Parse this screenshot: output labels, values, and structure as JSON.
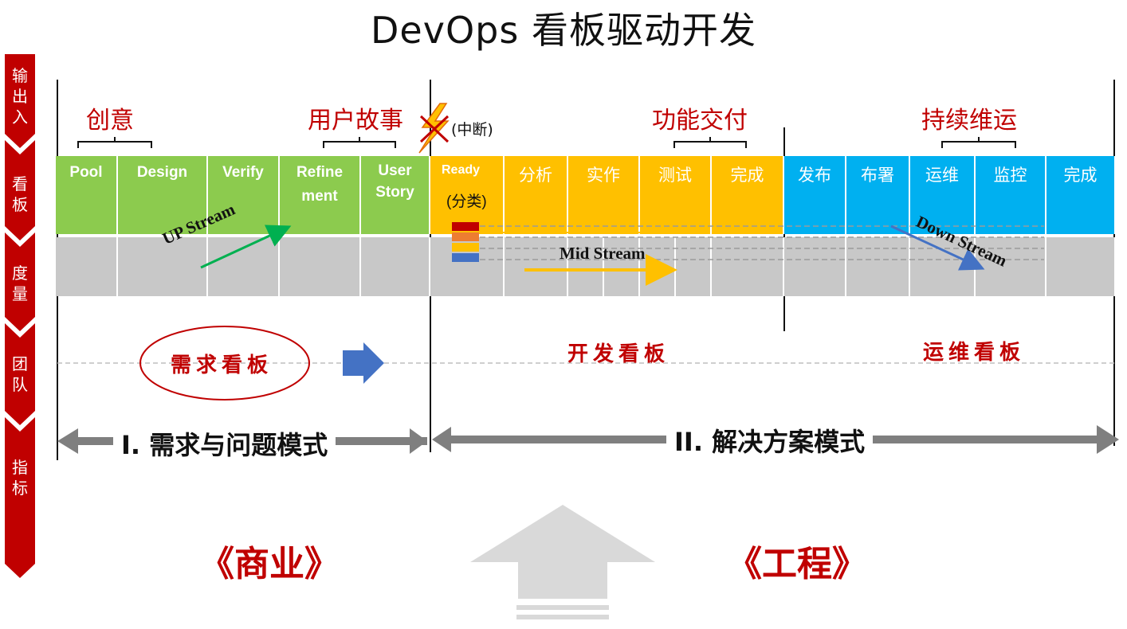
{
  "title": "DevOps 看板驱动开发",
  "sidebar": [
    "输出入",
    "看板",
    "度量",
    "团队",
    "指标"
  ],
  "phases": {
    "ideas": "创意",
    "stories": "用户故事",
    "interrupt": "(中断)",
    "delivery": "功能交付",
    "operations": "持续维运"
  },
  "columns": {
    "pool": "Pool",
    "design": "Design",
    "verify": "Verify",
    "refine_1": "Refine",
    "refine_2": "ment",
    "story_1": "User",
    "story_2": "Story",
    "ready": "Ready",
    "ready_sub": "(分类)",
    "analysis": "分析",
    "implement": "实作",
    "test": "测试",
    "done_dev": "完成",
    "release": "发布",
    "deploy": "布署",
    "ops": "运维",
    "monitor": "监控",
    "done_ops": "完成"
  },
  "streams": {
    "up": "UP Stream",
    "mid": "Mid Stream",
    "down": "Down Stream"
  },
  "boards": {
    "demand": "需求看板",
    "dev": "开发看板",
    "ops": "运维看板"
  },
  "modes": {
    "problem": "I. 需求与问题模式",
    "solution": "II. 解决方案模式"
  },
  "bottom": {
    "business": "《商业》",
    "engineering": "《工程》"
  },
  "colors": {
    "green": "#8ccb4e",
    "yellow": "#ffc000",
    "blue": "#00b0f0",
    "grey": "#c8c8c8",
    "red": "#c00000",
    "sidebar_red": "#c00000"
  }
}
